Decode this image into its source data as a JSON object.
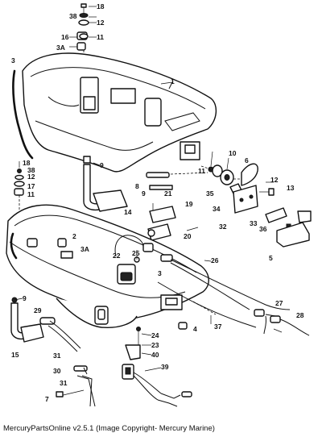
{
  "caption": "MercuryPartsOnline v2.5.1 (Image Copyright- Mercury Marine)",
  "callouts": [
    "18",
    "38",
    "12",
    "16",
    "11",
    "3A",
    "3",
    "1",
    "9",
    "10",
    "6",
    "11",
    "8",
    "9",
    "35",
    "21",
    "19",
    "34",
    "12",
    "13",
    "14",
    "20",
    "32",
    "33",
    "36",
    "5",
    "18",
    "38",
    "12",
    "17",
    "11",
    "2",
    "3A",
    "22",
    "25",
    "26",
    "9",
    "29",
    "3",
    "27",
    "28",
    "37",
    "24",
    "4",
    "15",
    "31",
    "23",
    "40",
    "30",
    "39",
    "31",
    "7"
  ]
}
